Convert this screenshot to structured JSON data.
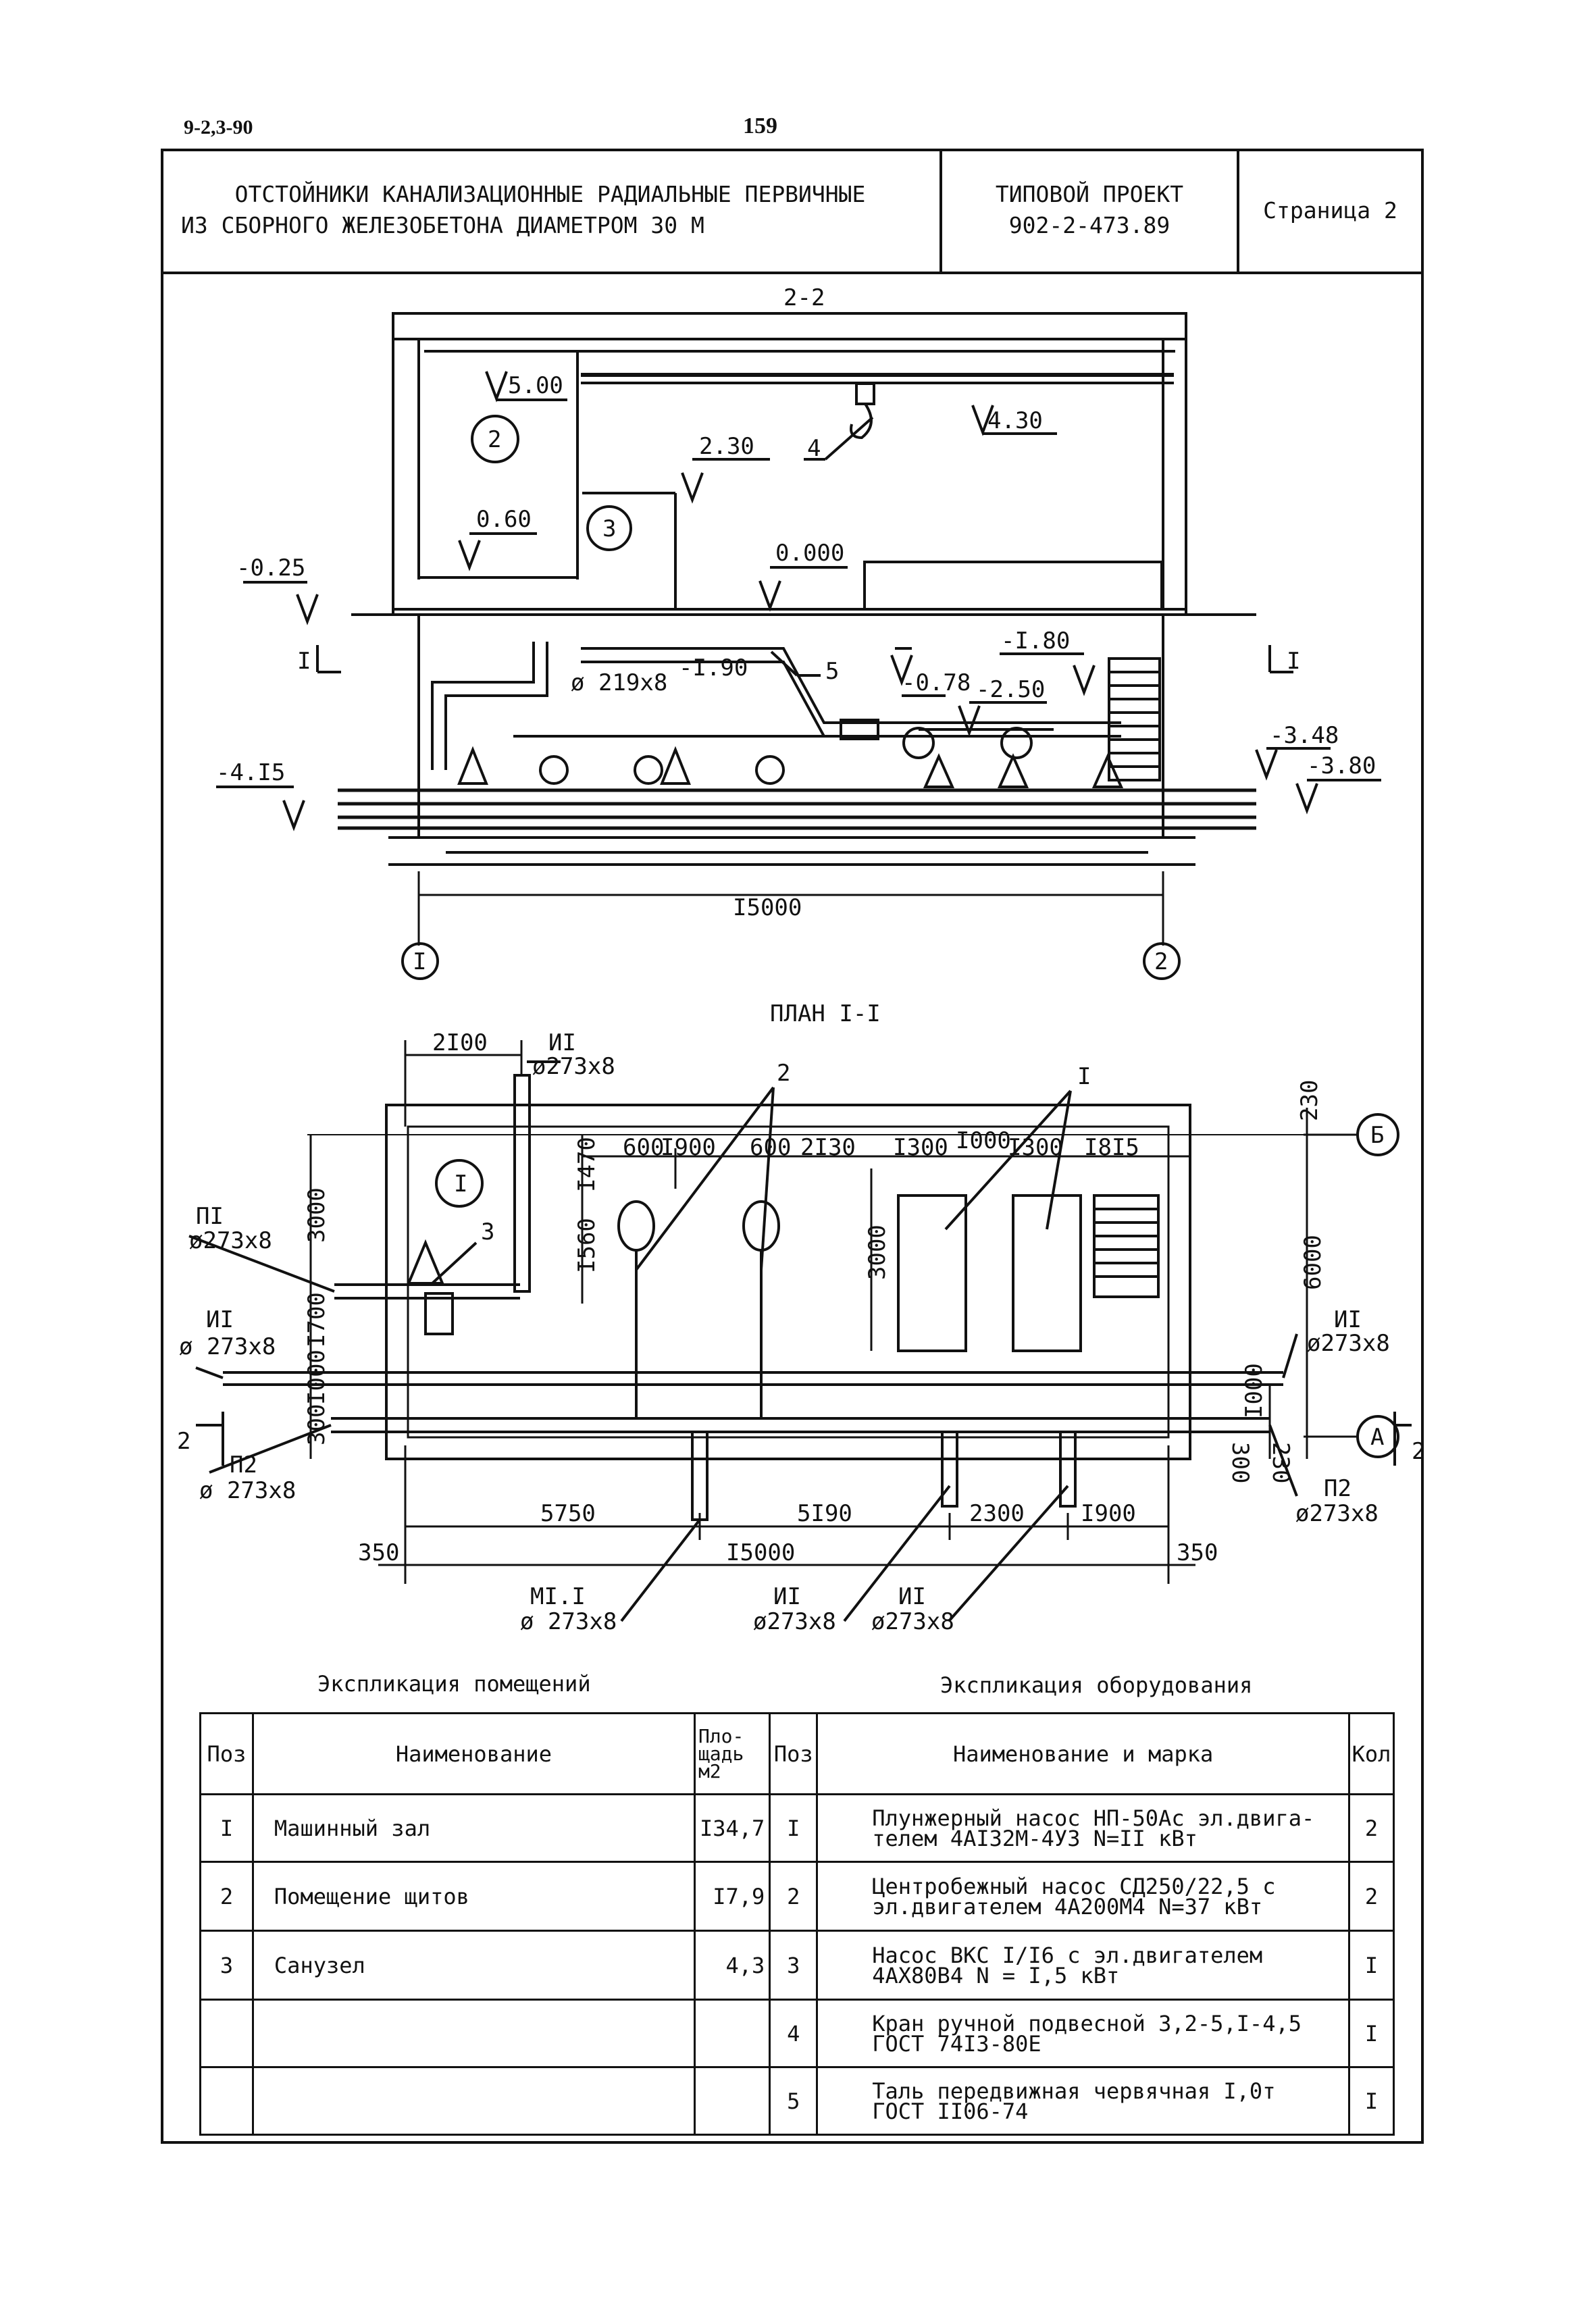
{
  "header": {
    "doc_code": "9-2,3-90",
    "page_number": "159"
  },
  "title_block": {
    "title_line1": "ОТСТОЙНИКИ КАНАЛИЗАЦИОННЫЕ РАДИАЛЬНЫЕ ПЕРВИЧНЫЕ",
    "title_line2": "ИЗ СБОРНОГО ЖЕЛЕЗОБЕТОНА ДИАМЕТРОМ 30 М",
    "project_line1": "ТИПОВОЙ ПРОЕКТ",
    "project_line2": "902-2-473.89",
    "sheet": "Страница 2"
  },
  "section": {
    "title": "2-2",
    "marks": [
      "5.00",
      "4.30",
      "2.30",
      "0.60",
      "-0.25",
      "0.000",
      "-I.80",
      "-I.90",
      "-0.78",
      "-2.50",
      "-3.48",
      "-3.80",
      "-4.I5"
    ],
    "pipe": "ø 219x8",
    "span": "I5000",
    "room_labels": [
      "2",
      "3"
    ],
    "item_labels": [
      "4",
      "5"
    ],
    "axes": [
      "I",
      "2"
    ],
    "cut_mark": "I"
  },
  "plan": {
    "title": "ПЛАН I-I",
    "top_dims": [
      "2I00",
      "600",
      "I900",
      "600",
      "2I30",
      "I300",
      "I000",
      "I300",
      "I8I5"
    ],
    "bottom_dims": [
      "5750",
      "5I90",
      "2300",
      "I900"
    ],
    "overall": "I5000",
    "edge_dims": [
      "350",
      "350"
    ],
    "left_dims": [
      "3000",
      "I700",
      "I000",
      "300"
    ],
    "inner_dims": [
      "I470",
      "I560",
      "3000"
    ],
    "right_dims": [
      "230",
      "6000",
      "I000",
      "300",
      "230"
    ],
    "pipes": {
      "p1_name": "ПI",
      "p1_size": "ø273x8",
      "i1_left_name": "ИI",
      "i1_left_size": "ø 273x8",
      "p2_left_name": "П2",
      "p2_left_size": "ø 273x8",
      "i1_top_name": "ИI",
      "i1_top_size": "ø273x8",
      "i1_right_name": "ИI",
      "i1_right_size": "ø273x8",
      "p2_right_name": "П2",
      "p2_right_size": "ø273x8",
      "m1_name": "MI.I",
      "m1_size": "ø 273x8",
      "i1_b1_name": "ИI",
      "i1_b1_size": "ø273x8",
      "i1_b2_name": "ИI",
      "i1_b2_size": "ø273x8"
    },
    "room_label": "I",
    "item_labels": [
      "2",
      "3",
      "I"
    ],
    "axes": [
      "Б",
      "А"
    ],
    "cut_mark": "2"
  },
  "rooms_table": {
    "caption": "Экспликация помещений",
    "headers": {
      "pos": "Поз",
      "name": "Наименование",
      "area_l1": "Пло-",
      "area_l2": "щадь",
      "area_l3": "м2"
    },
    "rows": [
      {
        "pos": "I",
        "name": "Машинный зал",
        "area": "I34,7"
      },
      {
        "pos": "2",
        "name": "Помещение щитов",
        "area": "I7,9"
      },
      {
        "pos": "3",
        "name": "Санузел",
        "area": "4,3"
      },
      {
        "pos": "",
        "name": "",
        "area": ""
      },
      {
        "pos": "",
        "name": "",
        "area": ""
      }
    ]
  },
  "equipment_table": {
    "caption": "Экспликация оборудования",
    "headers": {
      "pos": "Поз",
      "name": "Наименование и марка",
      "qty": "Кол"
    },
    "rows": [
      {
        "pos": "I",
        "name_l1": "Плунжерный насос НП-50Ас эл.двига-",
        "name_l2": "телем 4АI32М-4У3 N=II кВт",
        "qty": "2"
      },
      {
        "pos": "2",
        "name_l1": "Центробежный насос СД250/22,5 с",
        "name_l2": "эл.двигателем 4А200М4 N=37 кВт",
        "qty": "2"
      },
      {
        "pos": "3",
        "name_l1": "Насос ВКС I/I6 с эл.двигателем",
        "name_l2": "4АХ80В4 N = I,5 кВт",
        "qty": "I"
      },
      {
        "pos": "4",
        "name_l1": "Кран ручной подвесной 3,2-5,I-4,5",
        "name_l2": "ГОСТ 74I3-80Е",
        "qty": "I"
      },
      {
        "pos": "5",
        "name_l1": "Таль передвижная червячная I,0т",
        "name_l2": "ГОСТ II06-74",
        "qty": "I"
      }
    ]
  }
}
